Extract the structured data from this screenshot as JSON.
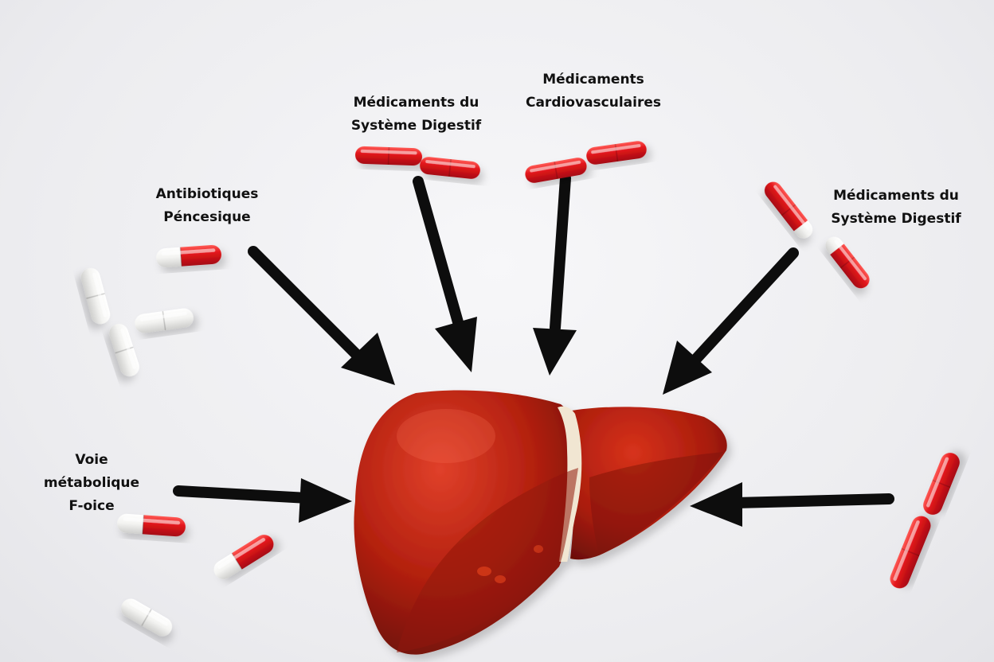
{
  "labels": {
    "antibiotiques": [
      "Antibiotiques",
      "Péncesique"
    ],
    "digestif_top": [
      "Médicaments du",
      "Système Digestif"
    ],
    "cardio": [
      "Médicaments",
      "Cardiovasculaires"
    ],
    "digestif_right": [
      "Médicaments du",
      "Système Digestif"
    ],
    "voie": [
      "Voie",
      "métabolique",
      "F-oice"
    ]
  },
  "colors": {
    "capsule_red": "#e3151b",
    "capsule_white": "#f6f6f4",
    "arrow": "#0d0d0d",
    "liver_dark": "#7a1208",
    "liver_mid": "#b3200f",
    "liver_light": "#d8331b",
    "gallbladder_band": "#f1e6d2"
  }
}
